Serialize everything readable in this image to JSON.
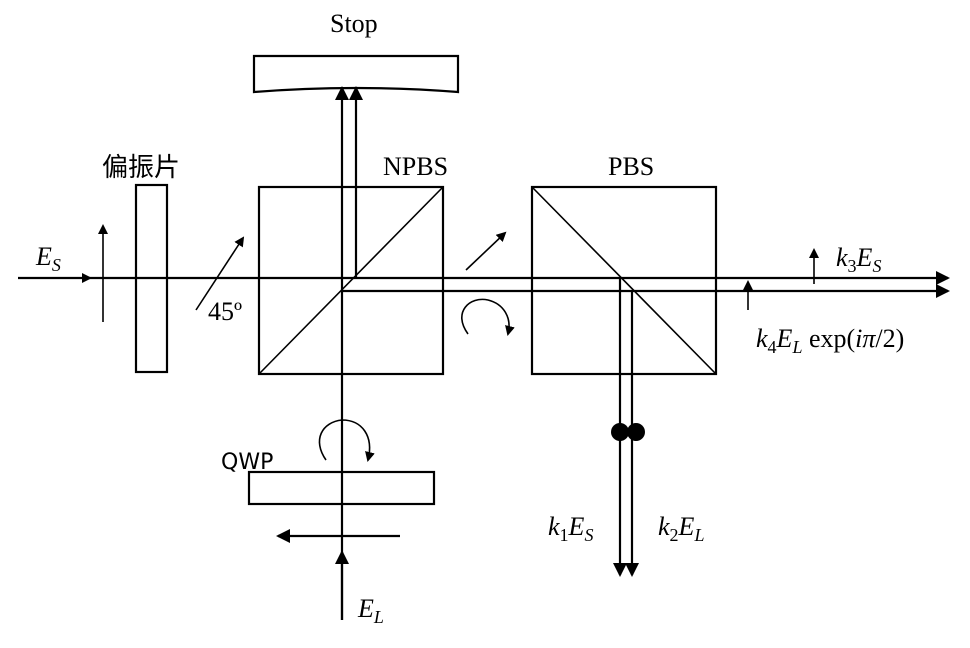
{
  "labels": {
    "stop": "Stop",
    "polarizer": "偏振片",
    "npbs": "NPBS",
    "pbs": "PBS",
    "qwp": "QWP",
    "angle": "45º",
    "es_input": {
      "main": "E",
      "sub": "S"
    },
    "el_input": {
      "main": "E",
      "sub": "L"
    },
    "k3es": {
      "k": "k",
      "n": "3",
      "e": "E",
      "s": "S"
    },
    "k4el": {
      "k": "k",
      "n": "4",
      "e": "E",
      "s": "L",
      "rest": " exp(",
      "i": "i",
      "pi": "π",
      "tail": "/2)"
    },
    "k1es": {
      "k": "k",
      "n": "1",
      "e": "E",
      "s": "S"
    },
    "k2el": {
      "k": "k",
      "n": "2",
      "e": "E",
      "s": "L"
    }
  }
}
